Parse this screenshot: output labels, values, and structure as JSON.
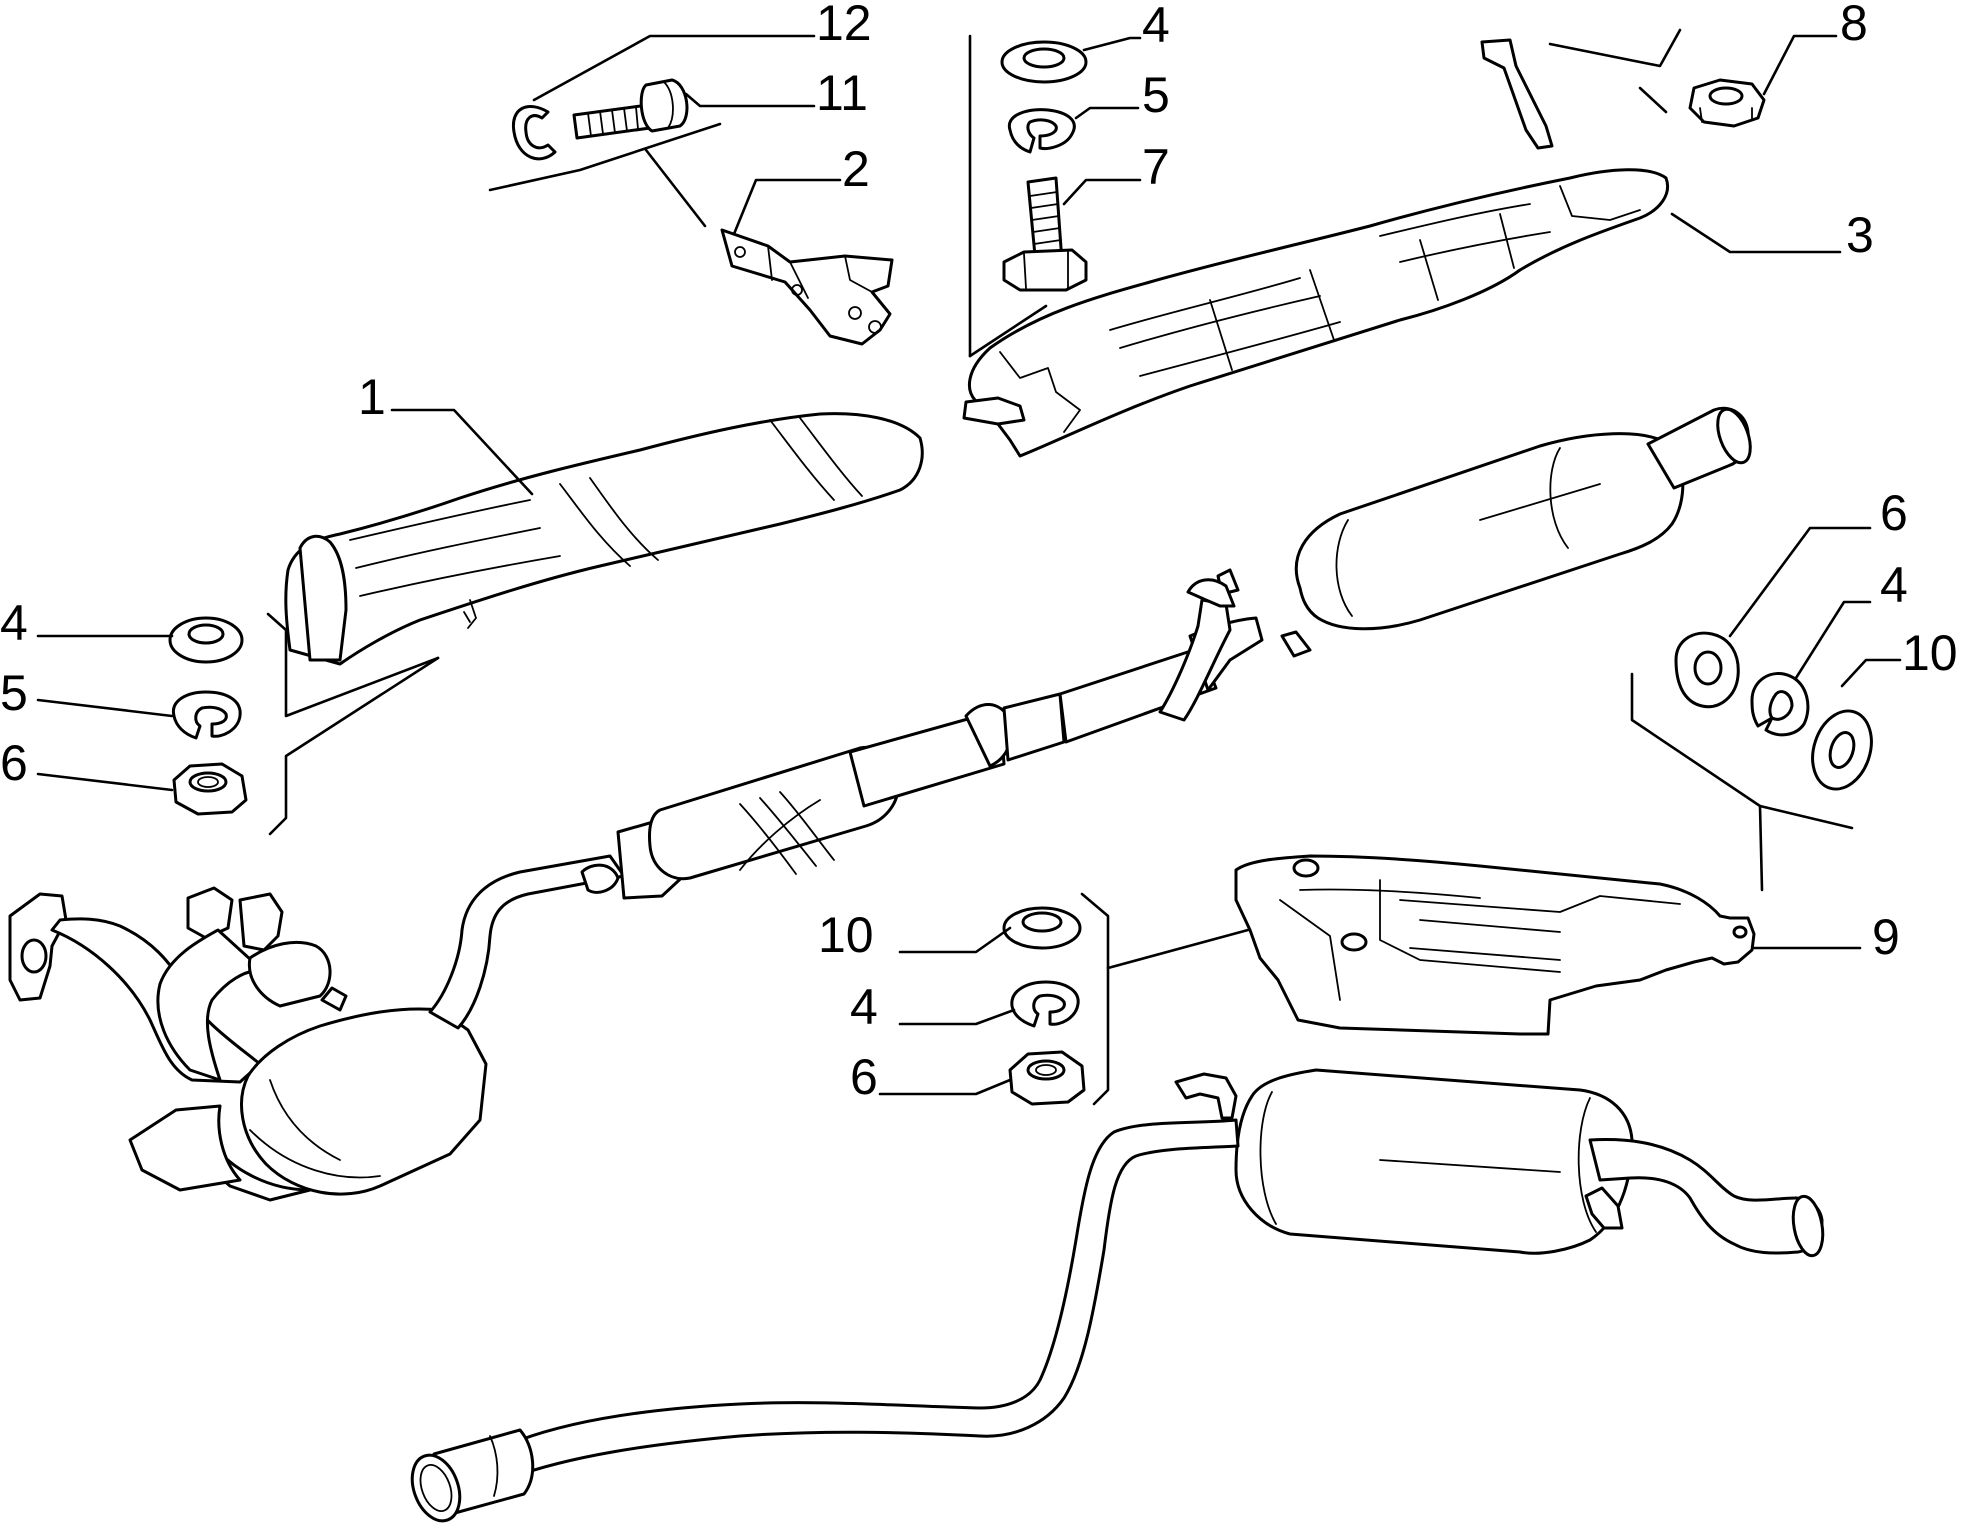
{
  "labels": {
    "part_1": "1",
    "part_2": "2",
    "part_3": "3",
    "part_4_top": "4",
    "part_5_top": "5",
    "part_7_top": "7",
    "part_8_top": "8",
    "part_11_top": "11",
    "part_12_top": "12",
    "part_4_left": "4",
    "part_5_left": "5",
    "part_6_left": "6",
    "part_6_right": "6",
    "part_4_right": "4",
    "part_10_right": "10",
    "part_9": "9",
    "part_10_mid": "10",
    "part_4_mid": "4",
    "part_6_mid": "6"
  }
}
